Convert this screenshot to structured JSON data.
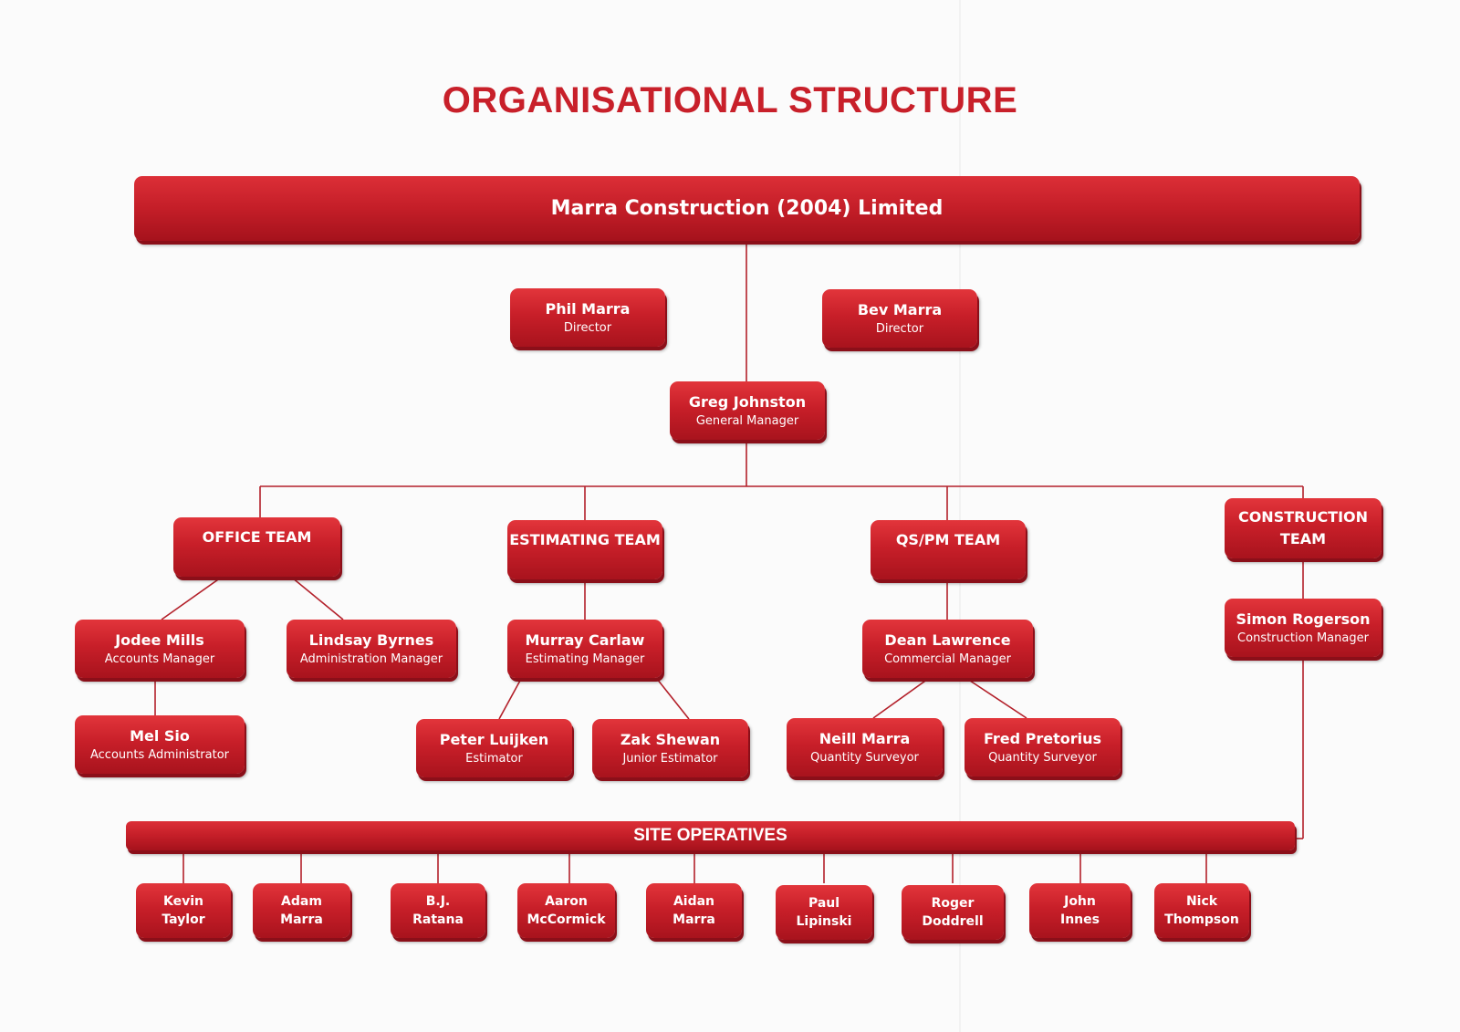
{
  "title": "ORGANISATIONAL STRUCTURE",
  "company": "Marra Construction (2004) Limited",
  "directors": [
    {
      "name": "Phil Marra",
      "role": "Director"
    },
    {
      "name": "Bev Marra",
      "role": "Director"
    }
  ],
  "general_manager": {
    "name": "Greg Johnston",
    "role": "General Manager"
  },
  "teams": {
    "office": {
      "label": "OFFICE TEAM",
      "members": [
        {
          "name": "Jodee Mills",
          "role": "Accounts Manager"
        },
        {
          "name": "Lindsay Byrnes",
          "role": "Administration Manager"
        },
        {
          "name": "Mel Sio",
          "role": "Accounts Administrator"
        }
      ]
    },
    "estimating": {
      "label": "ESTIMATING TEAM",
      "members": [
        {
          "name": "Murray Carlaw",
          "role": "Estimating Manager"
        },
        {
          "name": "Peter Luijken",
          "role": "Estimator"
        },
        {
          "name": "Zak Shewan",
          "role": "Junior Estimator"
        }
      ]
    },
    "qspm": {
      "label": "QS/PM TEAM",
      "members": [
        {
          "name": "Dean Lawrence",
          "role": "Commercial Manager"
        },
        {
          "name": "Neill Marra",
          "role": "Quantity Surveyor"
        },
        {
          "name": "Fred Pretorius",
          "role": "Quantity Surveyor"
        }
      ]
    },
    "construction": {
      "label_line1": "CONSTRUCTION",
      "label_line2": "TEAM",
      "members": [
        {
          "name": "Simon Rogerson",
          "role": "Construction Manager"
        }
      ]
    }
  },
  "site_operatives": {
    "label": "SITE OPERATIVES",
    "people": [
      {
        "first": "Kevin",
        "last": "Taylor"
      },
      {
        "first": "Adam",
        "last": "Marra"
      },
      {
        "first": "B.J.",
        "last": "Ratana"
      },
      {
        "first": "Aaron",
        "last": "McCormick"
      },
      {
        "first": "Aidan",
        "last": "Marra"
      },
      {
        "first": "Paul",
        "last": "Lipinski"
      },
      {
        "first": "Roger",
        "last": "Doddrell"
      },
      {
        "first": "John",
        "last": "Innes"
      },
      {
        "first": "Nick",
        "last": "Thompson"
      }
    ]
  },
  "colors": {
    "accent": "#c8202a",
    "box": "#c81f29",
    "line": "#b3202a"
  }
}
